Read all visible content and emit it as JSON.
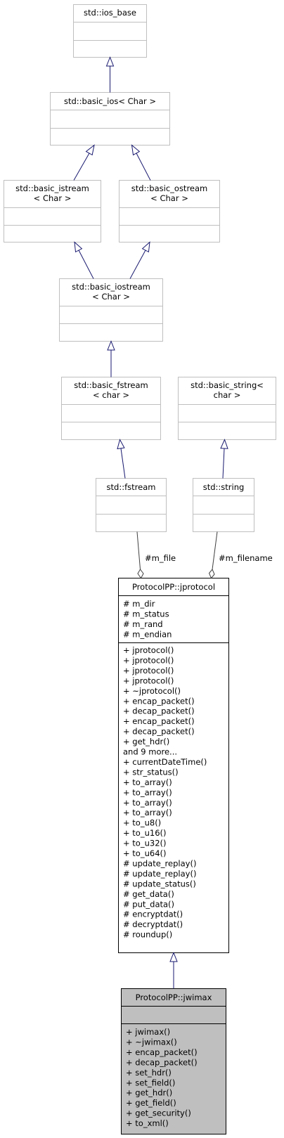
{
  "classes": {
    "ios_base": {
      "title": [
        "std::ios_base"
      ],
      "attrs": [],
      "ops": []
    },
    "basic_ios": {
      "title": [
        "std::basic_ios< Char >"
      ],
      "attrs": [],
      "ops": []
    },
    "basic_istream": {
      "title": [
        "std::basic_istream",
        "< Char >"
      ],
      "attrs": [],
      "ops": []
    },
    "basic_ostream": {
      "title": [
        "std::basic_ostream",
        "< Char >"
      ],
      "attrs": [],
      "ops": []
    },
    "basic_iostream": {
      "title": [
        "std::basic_iostream",
        "< Char >"
      ],
      "attrs": [],
      "ops": []
    },
    "basic_fstream": {
      "title": [
        "std::basic_fstream",
        "< char >"
      ],
      "attrs": [],
      "ops": []
    },
    "basic_string": {
      "title": [
        "std::basic_string<",
        "char >"
      ],
      "attrs": [],
      "ops": []
    },
    "fstream": {
      "title": [
        "std::fstream"
      ],
      "attrs": [],
      "ops": []
    },
    "string": {
      "title": [
        "std::string"
      ],
      "attrs": [],
      "ops": []
    },
    "jprotocol": {
      "title": [
        "ProtocolPP::jprotocol"
      ],
      "attrs": [
        "# m_dir",
        "# m_status",
        "# m_rand",
        "# m_endian"
      ],
      "ops": [
        "+ jprotocol()",
        "+ jprotocol()",
        "+ jprotocol()",
        "+ jprotocol()",
        "+ ~jprotocol()",
        "+ encap_packet()",
        "+ decap_packet()",
        "+ encap_packet()",
        "+ decap_packet()",
        "+ get_hdr()",
        "and 9 more...",
        "+ currentDateTime()",
        "+ str_status()",
        "+ to_array()",
        "+ to_array()",
        "+ to_array()",
        "+ to_array()",
        "+ to_u8()",
        "+ to_u16()",
        "+ to_u32()",
        "+ to_u64()",
        "# update_replay()",
        "# update_replay()",
        "# update_status()",
        "# get_data()",
        "# put_data()",
        "# encryptdat()",
        "# decryptdat()",
        "# roundup()"
      ]
    },
    "jwimax": {
      "title": [
        "ProtocolPP::jwimax"
      ],
      "attrs": [],
      "ops": [
        "+ jwimax()",
        "+ ~jwimax()",
        "+ encap_packet()",
        "+ decap_packet()",
        "+ set_hdr()",
        "+ set_field()",
        "+ get_hdr()",
        "+ get_field()",
        "+ get_security()",
        "+ to_xml()"
      ]
    }
  },
  "edge_labels": {
    "m_file": "#m_file",
    "m_filename": "#m_filename"
  }
}
